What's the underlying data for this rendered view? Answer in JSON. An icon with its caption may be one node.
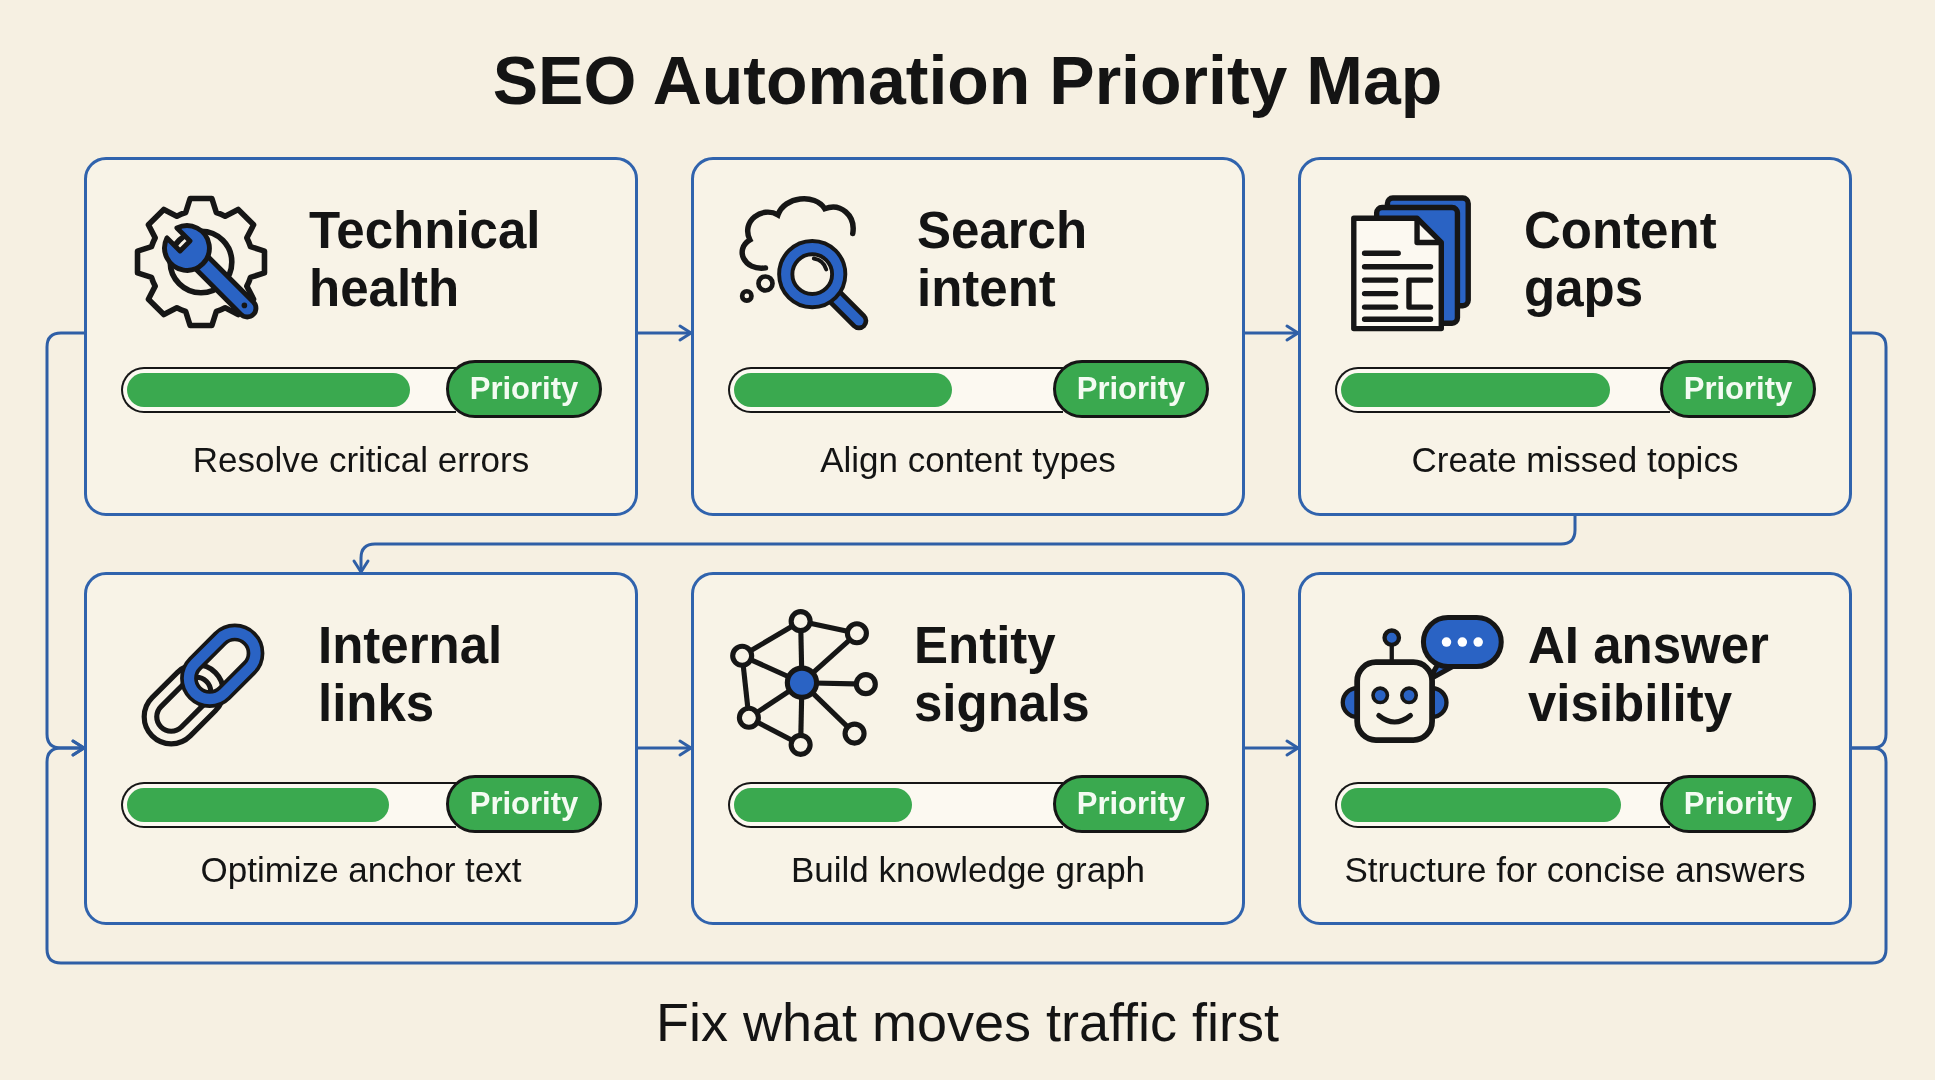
{
  "diagram": {
    "title": "SEO Automation Priority Map",
    "caption": "Fix what moves traffic first",
    "nodes": [
      {
        "text": [
          "Technical health",
          "Resolve critical errors"
        ]
      },
      {
        "text": [
          "Priority"
        ],
        "in": 0
      },
      {
        "text": [
          "Search intent",
          "Align content types"
        ]
      },
      {
        "text": [
          "Priority"
        ],
        "in": 2
      },
      {
        "text": [
          "Content gaps",
          "Create missed topics"
        ]
      },
      {
        "text": [
          "Priority"
        ],
        "in": 4
      },
      {
        "text": [
          "Internal links",
          "Optimize anchor text"
        ]
      },
      {
        "text": [
          "Priority"
        ],
        "in": 6
      },
      {
        "text": [
          "Entity signals",
          "Build knowledge graph"
        ]
      },
      {
        "text": [
          "Priority"
        ],
        "in": 8
      },
      {
        "text": [
          "AI answer visibility",
          "Structure for concise answers"
        ]
      },
      {
        "text": [
          "Priority"
        ],
        "in": 10
      }
    ],
    "edges": [
      {
        "from": 0,
        "to": 2,
        "arrow": "to"
      },
      {
        "from": 2,
        "to": 4,
        "arrow": "to"
      },
      {
        "from": 4,
        "to": 6,
        "arrow": "to"
      },
      {
        "from": 6,
        "to": 8,
        "arrow": "to"
      },
      {
        "from": 8,
        "to": 10,
        "arrow": "to"
      },
      {
        "from": 0,
        "to": 6,
        "arrow": "to"
      },
      {
        "from": 4,
        "to": 10,
        "arrow": "none"
      },
      {
        "from": 10,
        "to": 6,
        "arrow": "to"
      }
    ]
  }
}
